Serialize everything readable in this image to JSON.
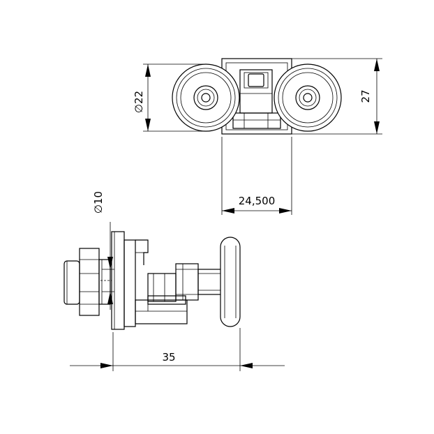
{
  "dimensions": {
    "diameter_wheel": "22",
    "height": "27",
    "wheel_spacing": "24,500",
    "diameter_shaft": "10",
    "depth": "35",
    "diameter_symbol": "∅"
  }
}
